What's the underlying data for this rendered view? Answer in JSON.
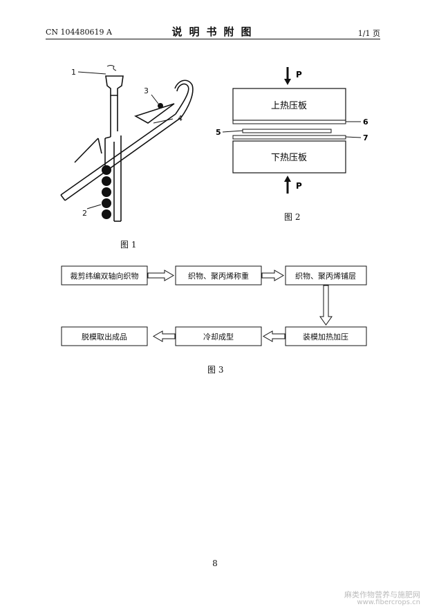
{
  "header": {
    "doc_number": "CN 104480619 A",
    "title": "说明书附图",
    "page": "1/1 页"
  },
  "fig1": {
    "caption": "图 1",
    "labels": [
      "1",
      "2",
      "3",
      "4"
    ]
  },
  "fig2": {
    "caption": "图 2",
    "upper_plate": "上热压板",
    "lower_plate": "下热压板",
    "pressure": "P",
    "labels": [
      "5",
      "6",
      "7"
    ]
  },
  "fig3": {
    "caption": "图 3",
    "steps": [
      "裁剪纬编双轴向织物",
      "织物、聚丙烯称重",
      "织物、聚丙烯铺层",
      "装模加热加压",
      "冷却成型",
      "脱模取出成品"
    ]
  },
  "page_number": "8",
  "watermark": {
    "line1": "麻类作物营养与施肥网",
    "line2": "www.fibercrops.cn"
  }
}
